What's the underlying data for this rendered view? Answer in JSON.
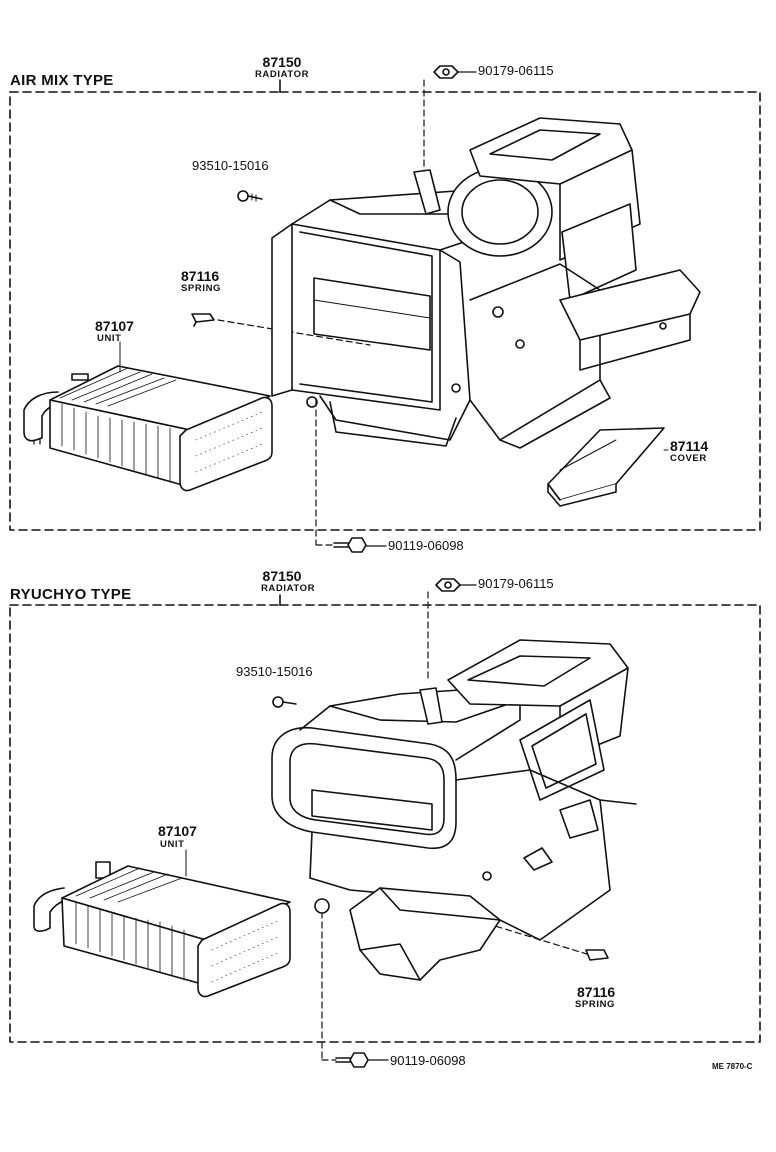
{
  "sections": [
    {
      "title": "AIR MIX TYPE",
      "radiator": {
        "number": "87150",
        "name": "RADIATOR"
      },
      "nut": "90179-06115",
      "screw": "93510-15016",
      "spring": {
        "number": "87116",
        "name": "SPRING"
      },
      "unit": {
        "number": "87107",
        "name": "UNIT"
      },
      "cover": {
        "number": "87114",
        "name": "COVER"
      },
      "bolt": "90119-06098"
    },
    {
      "title": "RYUCHYO TYPE",
      "radiator": {
        "number": "87150",
        "name": "RADIATOR"
      },
      "nut": "90179-06115",
      "screw": "93510-15016",
      "unit": {
        "number": "87107",
        "name": "UNIT"
      },
      "spring": {
        "number": "87116",
        "name": "SPRING"
      },
      "bolt": "90119-06098"
    }
  ],
  "drawing_ref": "ME 7870-C"
}
